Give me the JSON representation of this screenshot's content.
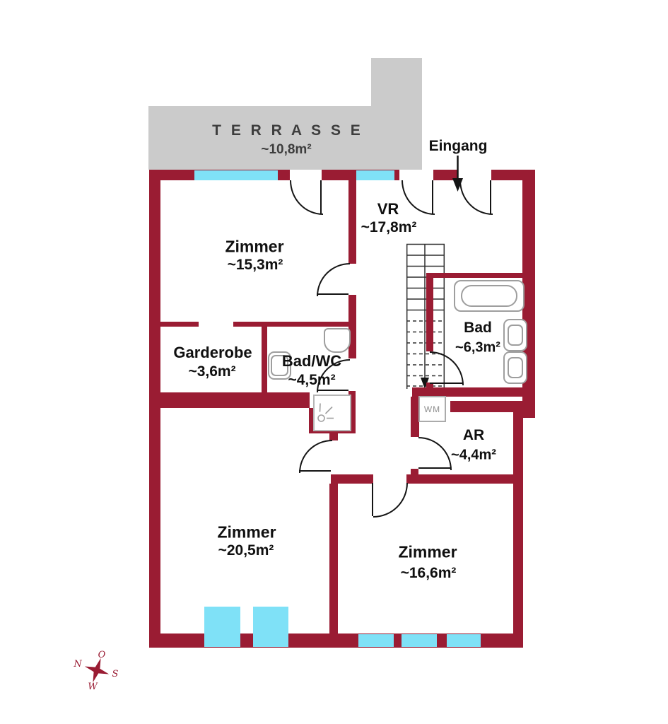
{
  "plan": {
    "title": "floor-plan",
    "terrace": {
      "name": "T E R R A S S E",
      "area": "~10,8m²"
    },
    "entrance_label": "Eingang",
    "rooms": [
      {
        "id": "zimmer-top",
        "name": "Zimmer",
        "area": "~15,3m²"
      },
      {
        "id": "vr",
        "name": "VR",
        "area": "~17,8m²"
      },
      {
        "id": "garderobe",
        "name": "Garderobe",
        "area": "~3,6m²"
      },
      {
        "id": "bad-wc",
        "name": "Bad/WC",
        "area": "~4,5m²"
      },
      {
        "id": "bad",
        "name": "Bad",
        "area": "~6,3m²"
      },
      {
        "id": "ar",
        "name": "AR",
        "area": "~4,4m²"
      },
      {
        "id": "zimmer-left",
        "name": "Zimmer",
        "area": "~20,5m²"
      },
      {
        "id": "zimmer-right",
        "name": "Zimmer",
        "area": "~16,6m²"
      }
    ],
    "appliances": {
      "washing_machine": "WM"
    },
    "compass": {
      "o": "O",
      "n": "N",
      "s": "S",
      "w": "W"
    },
    "colors": {
      "wall": "#9a1c33",
      "window": "#7fe1f7",
      "terrace": "#cbcbcb",
      "fixture": "#9e9e9e",
      "door": "#141414"
    }
  }
}
